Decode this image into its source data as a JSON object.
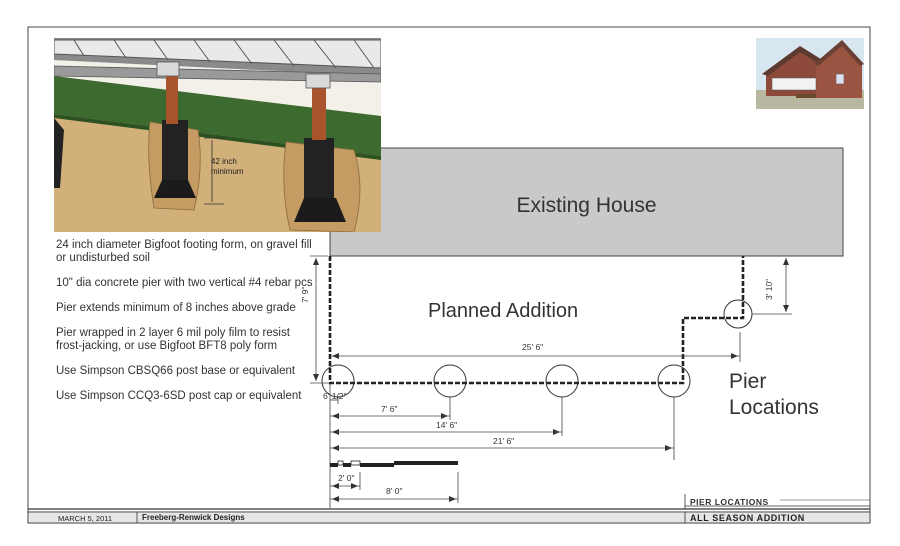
{
  "house_label": "Existing House",
  "addition_label": "Planned Addition",
  "pier_locations_label": [
    "Pier",
    "Locations"
  ],
  "detail_annotation": [
    "42 inch",
    "minimum"
  ],
  "notes": [
    "24 inch diameter Bigfoot footing form, on gravel fill or undisturbed soil",
    "10\" dia concrete pier with two vertical #4 rebar pcs",
    "Pier extends minimum of 8 inches above grade",
    "Pier wrapped in 2 layer 6 mil poly film to resist frost-jacking, or use Bigfoot BFT8 poly form",
    "Use Simpson CBSQ66 post base or equivalent",
    "Use Simpson CCQ3-6SD post cap or equivalent"
  ],
  "dimensions": {
    "addition_depth": "7' 9\"",
    "overall_width": "25' 6\"",
    "offset_right": "3' 10\"",
    "pier_offset": "6' 1/2\"",
    "pier_2": "7' 6\"",
    "pier_3": "14' 6\"",
    "pier_4": "21' 6\"",
    "scale_2": "2' 0\"",
    "scale_8": "8' 0\""
  },
  "title_block": {
    "drawing_title": "PIER LOCATIONS",
    "date": "MARCH 5, 2011",
    "firm": "Freeberg-Renwick Designs",
    "project": "ALL SEASON ADDITION"
  },
  "colors": {
    "house_fill": "#c9c9c9",
    "grass": "#3d6a2f",
    "soil": "#d2b07a",
    "pier_post": "#a9542c",
    "footing": "#222222"
  }
}
